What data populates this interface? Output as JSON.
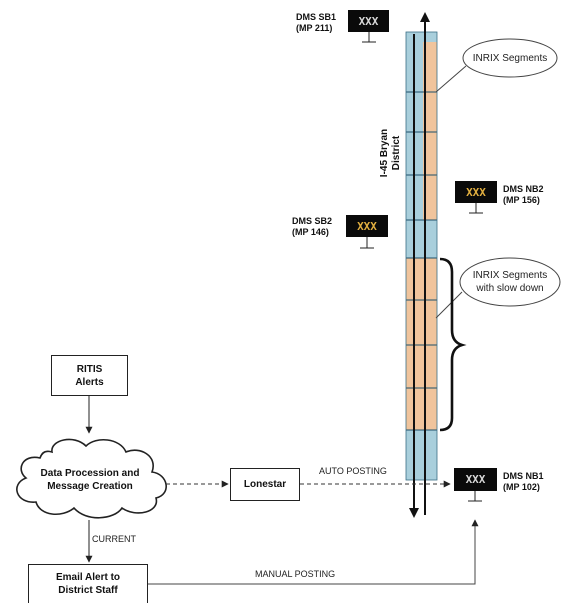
{
  "corridor": {
    "title_line1": "I-45 Bryan",
    "title_line2": "District"
  },
  "signs": [
    {
      "id": "dms-sb1",
      "name": "DMS SB1",
      "mile": "(MP 211)",
      "display": "XXX"
    },
    {
      "id": "dms-nb2",
      "name": "DMS NB2",
      "mile": "(MP 156)",
      "display": "XXX"
    },
    {
      "id": "dms-sb2",
      "name": "DMS SB2",
      "mile": "(MP 146)",
      "display": "XXX"
    },
    {
      "id": "dms-nb1",
      "name": "DMS NB1",
      "mile": "(MP 102)",
      "display": "XXX"
    }
  ],
  "callouts": {
    "segments": "INRIX Segments",
    "slowdown_line1": "INRIX Segments",
    "slowdown_line2": "with slow down"
  },
  "flow": {
    "ritis_line1": "RITIS",
    "ritis_line2": "Alerts",
    "cloud_line1": "Data Procession and",
    "cloud_line2": "Message Creation",
    "lonestar": "Lonestar",
    "email_line1": "Email Alert to",
    "email_line2": "District Staff"
  },
  "edges": {
    "auto_posting": "AUTO POSTING",
    "current": "CURRENT",
    "manual_posting": "MANUAL POSTING"
  },
  "colors": {
    "road_blue": "#a9cfdc",
    "segment_orange": "#f0c49c",
    "sign_body": "#0a0a0a",
    "sign_text": "#e3b040"
  }
}
